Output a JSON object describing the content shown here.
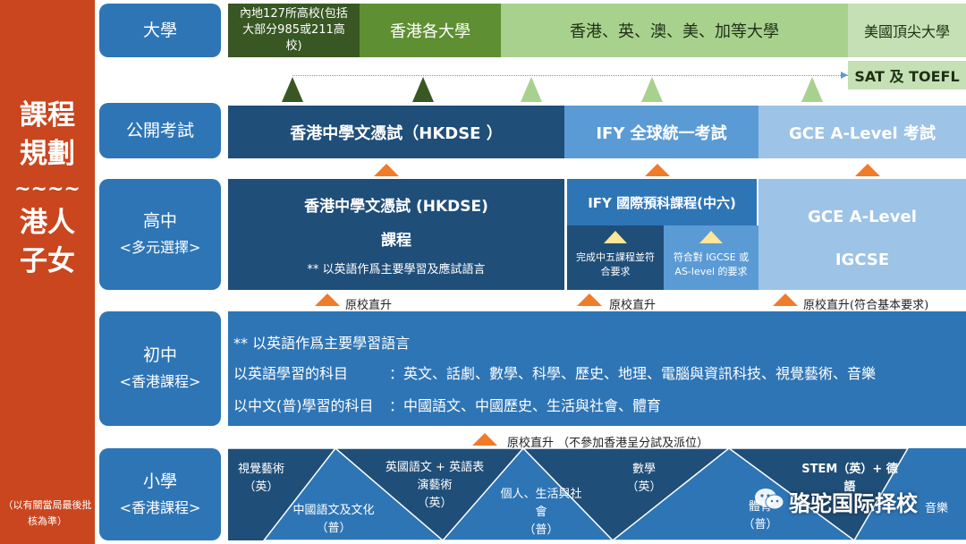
{
  "left": {
    "title_lines": [
      "課程",
      "規劃",
      "~~~~",
      "港人",
      "子女"
    ],
    "note": "（以有關當局最後批核為準）"
  },
  "rows": {
    "university": "大學",
    "public_exam": "公開考試",
    "senior": {
      "title": "高中",
      "sub": "<多元選擇>"
    },
    "junior": {
      "title": "初中",
      "sub": "<香港課程>"
    },
    "primary": {
      "title": "小學",
      "sub": "<香港課程>"
    }
  },
  "university": {
    "mainland": "內地127所高校(包括大部分985或211高校)",
    "hk": "香港各大學",
    "intl": "香港、英、澳、美、加等大學",
    "us_top": "美國頂尖大學",
    "sat": "SAT 及 TOEFL"
  },
  "exams": {
    "hkdse": "香港中學文憑試（HKDSE ）",
    "ify": "IFY 全球統一考試",
    "gce": "GCE A-Level 考試"
  },
  "senior": {
    "hkdse_title": "香港中學文憑試 (HKDSE)",
    "hkdse_course": "課程",
    "hkdse_note": "** 以英語作爲主要學習及應試語言",
    "ify_title": "IFY 國際預科課程(中六)",
    "ify_req1": "完成中五課程並符合要求",
    "ify_req2": "符合對 IGCSE 或 AS-level 的要求",
    "gce": "GCE A-Level",
    "igcse": "IGCSE"
  },
  "progress": {
    "direct1": "原校直升",
    "direct2": "原校直升",
    "direct3": "原校直升(符合基本要求)",
    "direct_primary": "原校直升 （不參加香港呈分試及派位）"
  },
  "junior": {
    "note": "** 以英語作爲主要學習語言",
    "english_label": "以英語學習的科目",
    "english_subjects": "：英文、話劇、數學、科學、歷史、地理、電腦與資訊科技、視覺藝術、音樂",
    "chinese_label": "以中文(普)學習的科目",
    "chinese_subjects": "：中國語文、中國歷史、生活與社會、體育"
  },
  "primary": {
    "subjects": [
      {
        "name": "視覺藝術",
        "lang": "（英）"
      },
      {
        "name": "中國語文及文化",
        "lang": "（普）"
      },
      {
        "name": "英國語文 + 英語表演藝術",
        "lang": "（英）"
      },
      {
        "name": "個人、生活與社會",
        "lang": "（普）"
      },
      {
        "name": "數學",
        "lang": "（英）"
      },
      {
        "name": "體育",
        "lang": "（普）"
      },
      {
        "name": "STEM（英）+ 德語",
        "lang": ""
      },
      {
        "name": "音樂",
        "lang": ""
      }
    ]
  },
  "watermark": "骆驼国际择校",
  "colors": {
    "left_bar": "#c9461f",
    "label_blue": "#2e75b6",
    "dark_green": "#385723",
    "mid_green": "#5e8f32",
    "light_green": "#a9d18e",
    "pale_green": "#c5e0b4",
    "navy": "#1f4e79",
    "mid_blue": "#5b9bd5",
    "light_blue": "#9dc3e6",
    "orange": "#f07b29"
  }
}
